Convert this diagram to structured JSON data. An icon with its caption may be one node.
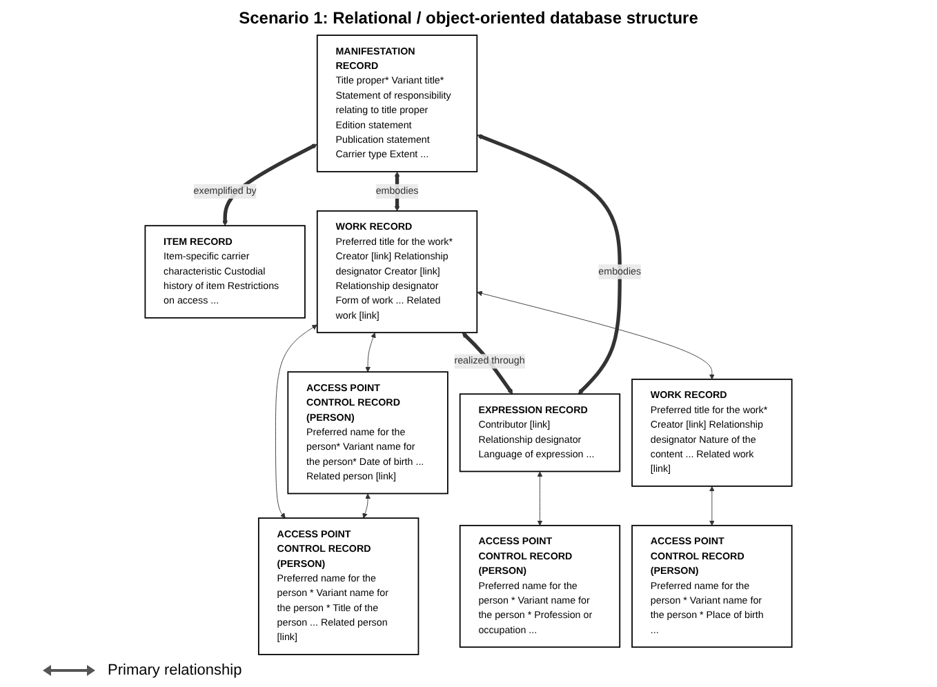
{
  "diagram": {
    "title": "Scenario 1:  Relational / object-oriented database structure",
    "nodes": [
      {
        "text": [
          "MANIFESTATION RECORD",
          "Title proper* Variant title* Statement of responsibility relating to title proper Edition statement Publication statement Carrier type Extent ..."
        ]
      },
      {
        "text": [
          "WORK RECORD",
          "Preferred title for the work* Creator [link] Relationship designator Creator [link] Relationship designator Form of work ... Related work [link]"
        ]
      },
      {
        "text": [
          "ACCESS POINT CONTROL RECORD (PERSON)",
          "Preferred name for the person* Variant name for the person* Date of birth ... Related person [link]"
        ]
      },
      {
        "text": [
          "ACCESS POINT CONTROL RECORD (PERSON)",
          "Preferred name for the person * Variant name for the person * Title of the person ... Related person [link]"
        ]
      },
      {
        "text": [
          "EXPRESSION RECORD",
          "Contributor [link] Relationship designator Language of expression ..."
        ]
      },
      {
        "text": [
          "ACCESS POINT CONTROL RECORD (PERSON)",
          "Preferred name for the person * Variant name for the person * Profession or occupation ..."
        ]
      },
      {
        "text": [
          "ITEM RECORD",
          "Item-specific carrier characteristic Custodial history of item Restrictions on access ..."
        ]
      },
      {
        "text": [
          "WORK RECORD",
          "Preferred title for the work* Creator [link] Relationship designator Nature of the content ... Related work [link]"
        ]
      },
      {
        "text": [
          "ACCESS POINT CONTROL RECORD (PERSON)",
          "Preferred name for the person * Variant name for the person * Place of birth ..."
        ]
      }
    ],
    "edges": [
      {
        "from": 0,
        "to": 1,
        "arrow": "both",
        "label": "embodies",
        "style": "thick"
      },
      {
        "from": 1,
        "to": 2,
        "arrow": "both"
      },
      {
        "from": 1,
        "to": 3,
        "arrow": "both"
      },
      {
        "from": 2,
        "to": 3,
        "arrow": "both"
      },
      {
        "from": 1,
        "to": 4,
        "arrow": "both",
        "label": "realized through",
        "style": "thick"
      },
      {
        "from": 0,
        "to": 4,
        "arrow": "both",
        "label": "embodies",
        "style": "thick"
      },
      {
        "from": 4,
        "to": 5,
        "arrow": "both"
      },
      {
        "from": 0,
        "to": 6,
        "arrow": "both",
        "label": "exemplified by",
        "style": "thick"
      },
      {
        "from": 1,
        "to": 7,
        "arrow": "both"
      },
      {
        "from": 7,
        "to": 8,
        "arrow": "both"
      }
    ],
    "legend": [
      {
        "text": "Primary relationship"
      }
    ]
  }
}
